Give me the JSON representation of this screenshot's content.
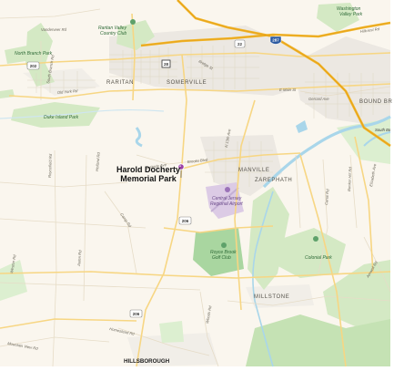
{
  "marker": {
    "line1": "Harold Docherty",
    "line2": "Memorial Park",
    "color": "#9b3fa6"
  },
  "towns": {
    "raritan": "RARITAN",
    "somerville": "SOMERVILLE",
    "manville": "MANVILLE",
    "zarephath": "ZAREPHATH",
    "millstone": "MILLSTONE",
    "hillsborough": "HILLSBOROUGH",
    "bound_brook": "BOUND BR"
  },
  "parks": {
    "north_branch": "North Branch Park",
    "raritan_valley_cc_1": "Raritan Valley",
    "raritan_valley_cc_2": "Country Club",
    "duke_island": "Duke Island Park",
    "washington_valley_1": "Washington",
    "washington_valley_2": "Valley Park",
    "colonial": "Colonial Park",
    "roycebrook_1": "Royce Brook",
    "roycebrook_2": "Golf Club",
    "airport_1": "Central Jersey",
    "airport_2": "Regional Airport"
  },
  "roads": {
    "vanderveer": "Vanderveer Rd",
    "holland": "Holland Rd",
    "old_york": "Old York Rd",
    "brooks": "Brooks Blvd",
    "main": "E Main St",
    "mountain_view": "Mountain View Rd",
    "homestead": "Homestead Rd",
    "woods": "Woods Rd",
    "hillcrest": "Hillcrest Rd",
    "auten": "Auten Rd",
    "camp": "Camp Rd",
    "roycefield": "Roycefield Rd",
    "north_13th": "N 13th Ave",
    "canal": "Canal Rd",
    "elizabeth": "Elizabeth Ave",
    "bunker_hill": "Bunker Hill Rd",
    "amwell": "Amwell Rd",
    "south_branch": "South Branch Rd",
    "mcbride": "McBride Ave",
    "bridge": "Bridge St",
    "weston": "Weston Rd",
    "gerrard": "Gerrard Ave",
    "south_bound_brook": "South Bo"
  },
  "shields": {
    "r202": "202",
    "r22": "22",
    "i287": "287",
    "r28": "28",
    "r206a": "206",
    "r206b": "206"
  },
  "colors": {
    "land": "#faf6ee",
    "park": "#d4e9c4",
    "water": "#a9d6ea",
    "highway": "#f0b429",
    "major_road": "#f7d683",
    "urban": "#eae6e1"
  }
}
